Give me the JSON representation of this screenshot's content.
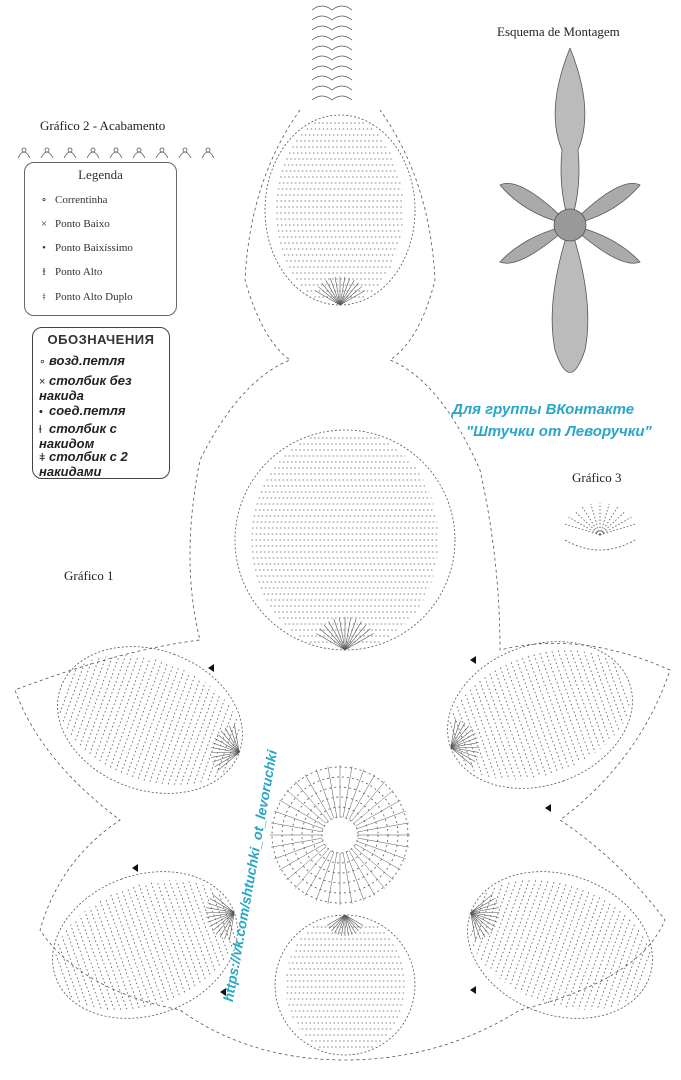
{
  "titles": {
    "scheme": "Esquema de Montagem",
    "chart2": "Gráfico 2 - Acabamento",
    "chart1": "Gráfico 1",
    "chart3": "Gráfico 3"
  },
  "legend_pt": {
    "title": "Legenda",
    "items": [
      {
        "symbol": "∘",
        "label": "Correntinha"
      },
      {
        "symbol": "×",
        "label": "Ponto Baixo"
      },
      {
        "symbol": "•",
        "label": "Ponto Baixíssimo"
      },
      {
        "symbol": "ⱡ",
        "label": "Ponto Alto"
      },
      {
        "symbol": "ǂ",
        "label": "Ponto Alto Duplo"
      }
    ]
  },
  "legend_ru": {
    "title": "ОБОЗНАЧЕНИЯ",
    "items": [
      {
        "symbol": "∘",
        "label": "возд.петля"
      },
      {
        "symbol": "×",
        "label": "столбик без накида"
      },
      {
        "symbol": "•",
        "label": "соед.петля"
      },
      {
        "symbol": "ⱡ",
        "label": "столбик с накидом"
      },
      {
        "symbol": "ǂ",
        "label": "столбик с 2 накидами"
      }
    ]
  },
  "credit": {
    "line1": "Для группы ВКонтакте",
    "line2": "\"Штучки от Леворучки\"",
    "url": "https://vk.com/shtuchki_ot_levoruchki"
  },
  "colors": {
    "ink": "#555555",
    "accent": "#2aa6c6"
  }
}
